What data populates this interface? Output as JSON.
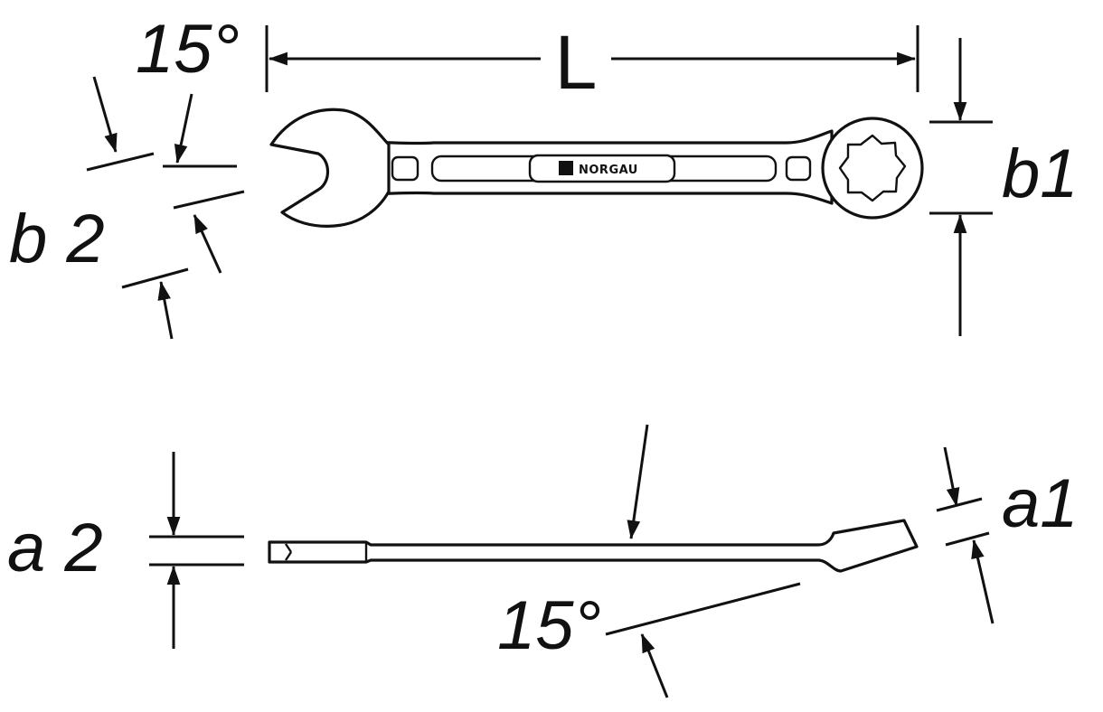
{
  "labels": {
    "angle_top": "15°",
    "length": "L",
    "open_end_width": "b 2",
    "ring_end_width": "b1",
    "open_end_thickness": "a 2",
    "ring_end_thickness": "a1",
    "angle_bottom": "15°"
  },
  "brand": {
    "name": "NORGAU"
  },
  "colors": {
    "ink": "#111111",
    "paper": "#ffffff"
  }
}
